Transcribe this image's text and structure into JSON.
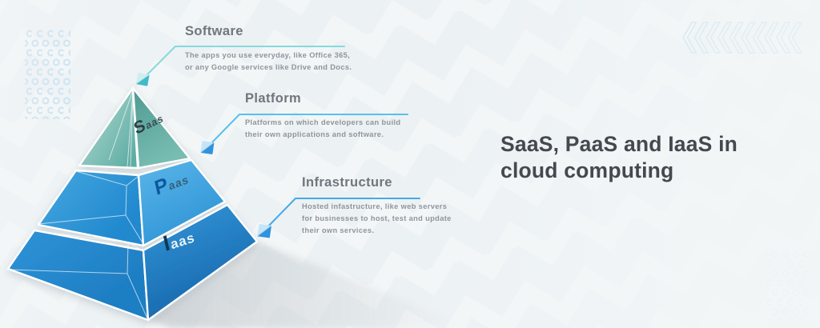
{
  "title": {
    "lines": [
      "SaaS, PaaS and IaaS in",
      "cloud computing"
    ],
    "color": "#45494f"
  },
  "callouts": [
    {
      "heading": "Software",
      "description_lines": [
        "The apps you use everyday, like Office 365,",
        "or any Google services like Drive and Docs."
      ],
      "line_color": "#87d9da",
      "marker": {
        "light": "#cdeef0",
        "dark": "#44b9c9"
      }
    },
    {
      "heading": "Platform",
      "description_lines": [
        "Platforms on which developers can build",
        "their own applications and software."
      ],
      "line_color": "#5ac0ed",
      "marker": {
        "light": "#c6e4f8",
        "dark": "#2f93dd"
      }
    },
    {
      "heading": "Infrastructure",
      "description_lines": [
        "Hosted infastructure, like web servers",
        "for businesses to host, test and update",
        "their own services."
      ],
      "line_color": "#47a9e7",
      "marker": {
        "light": "#c6e4f8",
        "dark": "#2f93dd"
      }
    }
  ],
  "pyramid": {
    "layers": [
      {
        "id": "saas",
        "label_initial": "S",
        "label_rest": "aas",
        "left_face": {
          "from": "#b7ddd5",
          "to": "#5fada4"
        },
        "right_face": {
          "from": "#4f9a93",
          "to": "#79bdb2"
        }
      },
      {
        "id": "paas",
        "label_initial": "P",
        "label_rest": "aas",
        "left_face": {
          "from": "#45a8df",
          "to": "#2289cf"
        },
        "right_face": {
          "from": "#5bb6e9",
          "to": "#2e94d6"
        }
      },
      {
        "id": "iaas",
        "label_initial": "I",
        "label_rest": "aas",
        "left_face": {
          "from": "#2f93d8",
          "to": "#1e7ec3"
        },
        "right_face": {
          "from": "#3398da",
          "to": "#1766ab"
        }
      }
    ]
  },
  "background": {
    "base": "#f3f6f7",
    "zigzag": "#e6edf2"
  },
  "decor": {
    "dot_color": "#b9d9ee",
    "chevron_color": "#a9d3ec"
  }
}
